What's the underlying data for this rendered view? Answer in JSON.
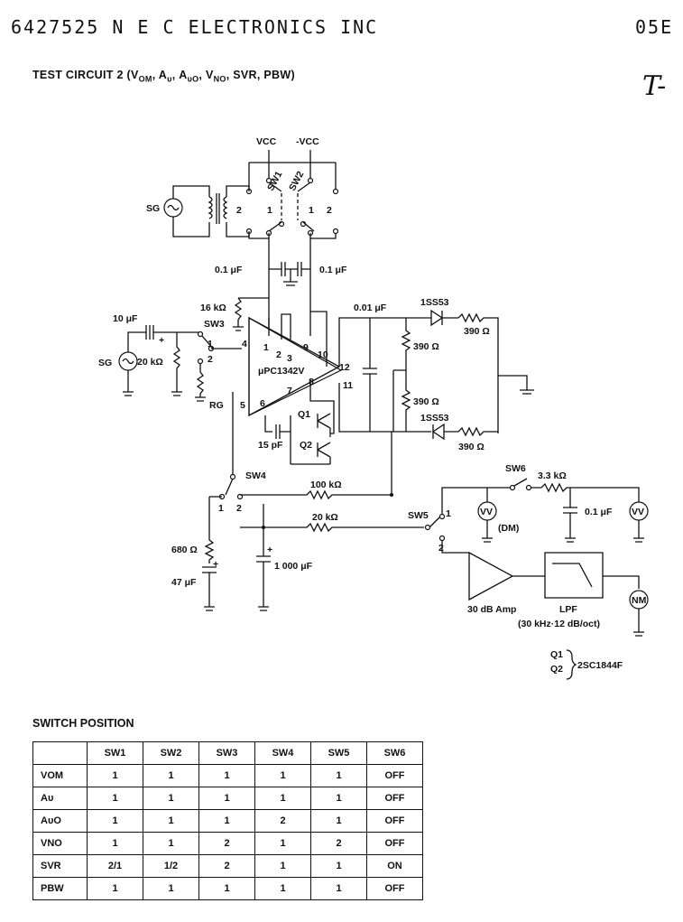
{
  "header": {
    "left": "6427525 N E C ELECTRONICS INC",
    "right": "05E",
    "mark": "T-"
  },
  "circuit_title": {
    "prefix": "TEST CIRCUIT 2 (V",
    "parts": [
      "OM",
      ", A",
      "υ",
      ", A",
      "υO",
      ", V",
      "NO",
      ", SVR, PBW)"
    ]
  },
  "schematic": {
    "vcc_pos": "VCC",
    "vcc_neg": "-VCC",
    "sw1": "SW1",
    "sw2": "SW2",
    "sg1": "SG",
    "sg2": "SG",
    "cap_left": "0.1 μF",
    "cap_right": "0.1 μF",
    "r16k": "16 kΩ",
    "sw3": "SW3",
    "c10u": "10 μF",
    "r20k_in": "20 kΩ",
    "rg": "RG",
    "ic_name": "μPC1342V",
    "pins": [
      "1",
      "2",
      "3",
      "4",
      "5",
      "6",
      "7",
      "8",
      "9",
      "10",
      "11",
      "12"
    ],
    "c001": "0.01 μF",
    "diode_top": "1SS53",
    "diode_bot": "1SS53",
    "r390a": "390 Ω",
    "r390b": "390 Ω",
    "r390c": "390 Ω",
    "r390d": "390 Ω",
    "q1": "Q1",
    "q2": "Q2",
    "c15p": "15 pF",
    "sw4": "SW4",
    "r100k": "100 kΩ",
    "r20k_fb": "20 kΩ",
    "r680": "680 Ω",
    "c47u": "47 μF",
    "c1000u": "1 000 μF",
    "sw5": "SW5",
    "sw6": "SW6",
    "r33k": "3.3 kΩ",
    "c01u": "0.1 μF",
    "vv": "VV",
    "dm": "(DM)",
    "amp": "30 dB Amp",
    "lpf": "LPF",
    "lpf_spec": "(30 kHz·12 dB/oct)",
    "nm": "NM",
    "q_part": "2SC1844F",
    "pos1": "1",
    "pos2": "2"
  },
  "switch_position": {
    "title": "SWITCH POSITION",
    "columns": [
      "SW1",
      "SW2",
      "SW3",
      "SW4",
      "SW5",
      "SW6"
    ],
    "rows": [
      {
        "label": "VOM",
        "values": [
          "1",
          "1",
          "1",
          "1",
          "1",
          "OFF"
        ]
      },
      {
        "label": "Aυ",
        "values": [
          "1",
          "1",
          "1",
          "1",
          "1",
          "OFF"
        ]
      },
      {
        "label": "AυO",
        "values": [
          "1",
          "1",
          "1",
          "2",
          "1",
          "OFF"
        ]
      },
      {
        "label": "VNO",
        "values": [
          "1",
          "1",
          "2",
          "1",
          "2",
          "OFF"
        ]
      },
      {
        "label": "SVR",
        "values": [
          "2/1",
          "1/2",
          "2",
          "1",
          "1",
          "ON"
        ]
      },
      {
        "label": "PBW",
        "values": [
          "1",
          "1",
          "1",
          "1",
          "1",
          "OFF"
        ]
      }
    ]
  }
}
